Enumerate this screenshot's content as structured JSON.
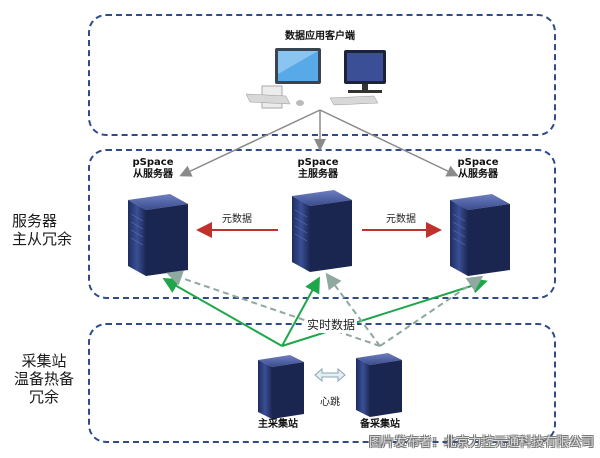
{
  "zones": {
    "client": {
      "label": "数据应用客户端"
    },
    "server": {
      "label_line1": "服务器",
      "label_line2": "主从冗余"
    },
    "collector": {
      "label_line1": "采集站",
      "label_line2": "温备热备",
      "label_line3": "冗余"
    }
  },
  "servers": {
    "left": {
      "line1": "pSpace",
      "line2": "从服务器"
    },
    "center": {
      "line1": "pSpace",
      "line2": "主服务器"
    },
    "right": {
      "line1": "pSpace",
      "line2": "从服务器"
    }
  },
  "arrows": {
    "left_metadata": "元数据",
    "right_metadata": "元数据",
    "realtime": "实时数据",
    "heartbeat": "心跳"
  },
  "collectors": {
    "primary": "主采集站",
    "backup": "备采集站"
  },
  "watermark": "图片发布者：北京力控元通科技有限公司",
  "colors": {
    "zone_border": "#2f4b8a",
    "metadata_arrow": "#c0302c",
    "realtime_arrow": "#1fa64a",
    "standby_arrow": "#8fa8a0",
    "server_body": "#2c3e7a"
  }
}
